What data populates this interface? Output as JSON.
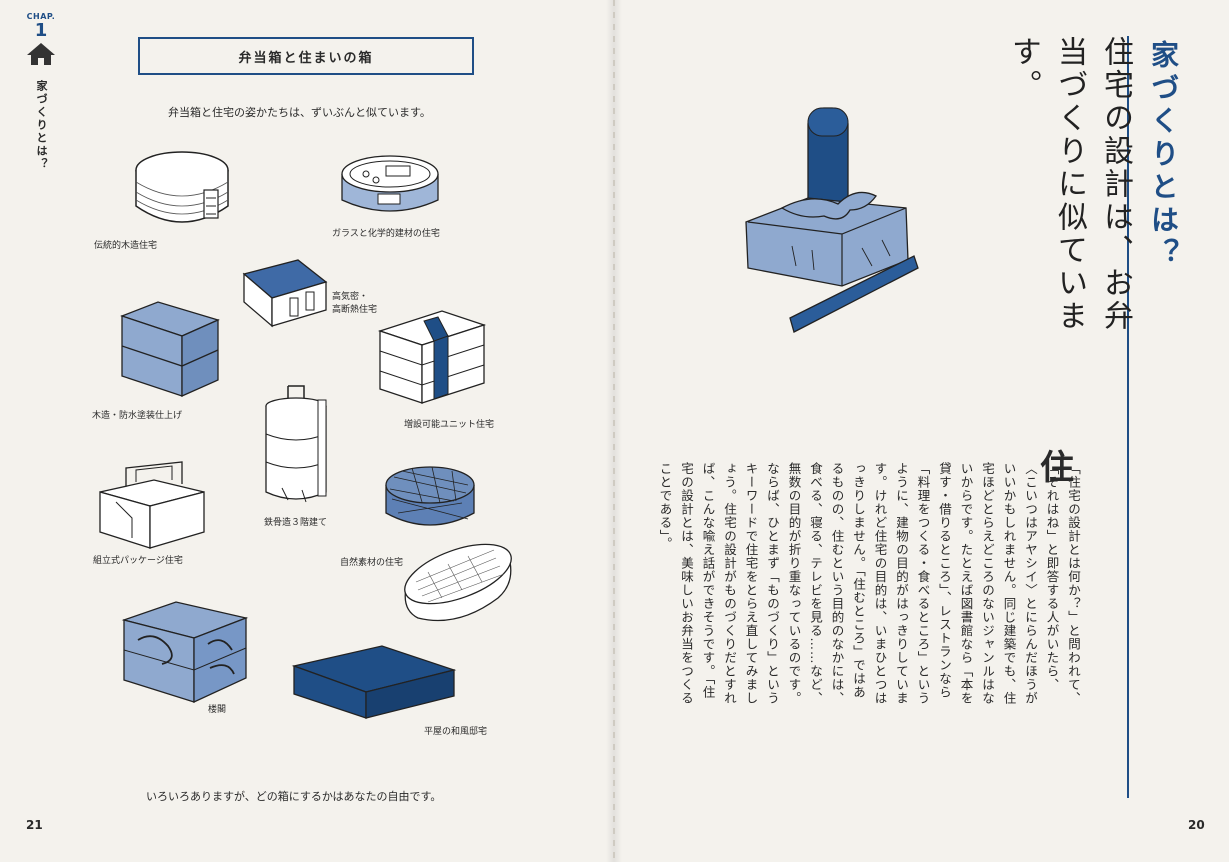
{
  "left_page": {
    "chapter_label": "CHAP.",
    "chapter_number": "1",
    "chapter_title": "家づくりとは？",
    "section_title": "弁当箱と住まいの箱",
    "intro": "弁当箱と住宅の姿かたちは、ずいぶんと似ています。",
    "captions": {
      "traditional": "伝統的木造住宅",
      "glass": "ガラスと化学的建材の住宅",
      "airtight_1": "高気密・",
      "airtight_2": "高断熱住宅",
      "wood": "木造・防水塗装仕上げ",
      "unit": "増設可能ユニット住宅",
      "steel": "鉄骨造３階建て",
      "package": "組立式パッケージ住宅",
      "natural": "自然素材の住宅",
      "tower": "楼閣",
      "flat": "平屋の和風邸宅"
    },
    "footer": "いろいろありますが、どの箱にするかはあなたの自由です。",
    "page_number": "21"
  },
  "right_page": {
    "chapter_heading": "家づくりとは？",
    "headline": "住宅の設計は、お弁当づくりに似ています。",
    "dropcap": "住",
    "body": "「住宅の設計とは何か？」と問われて、「それはね」と即答する人がいたら、〈こいつはアヤシイ〉とにらんだほうがいいかもしれません。同じ建築でも、住宅ほどとらえどころのないジャンルはないからです。たとえば図書館なら「本を貸す・借りるところ」、レストランなら「料理をつくる・食べるところ」というように、建物の目的がはっきりしています。けれど住宅の目的は、いまひとつはっきりしません。「住むところ」ではあるものの、住むという目的のなかには、食べる、寝る、テレビを見る……など、無数の目的が折り重なっているのです。ならば、ひとまず「ものづくり」というキーワードで住宅をとらえ直してみましょう。住宅の設計がものづくりだとすれば、こんな喩え話ができそうです。「住宅の設計とは、美味しいお弁当をつくることである」。",
    "page_number": "20"
  },
  "colors": {
    "accent": "#1f4e86",
    "light_blue": "#8fa9cf",
    "mid_blue": "#3f6aa6",
    "paper": "#f4f2ed"
  }
}
